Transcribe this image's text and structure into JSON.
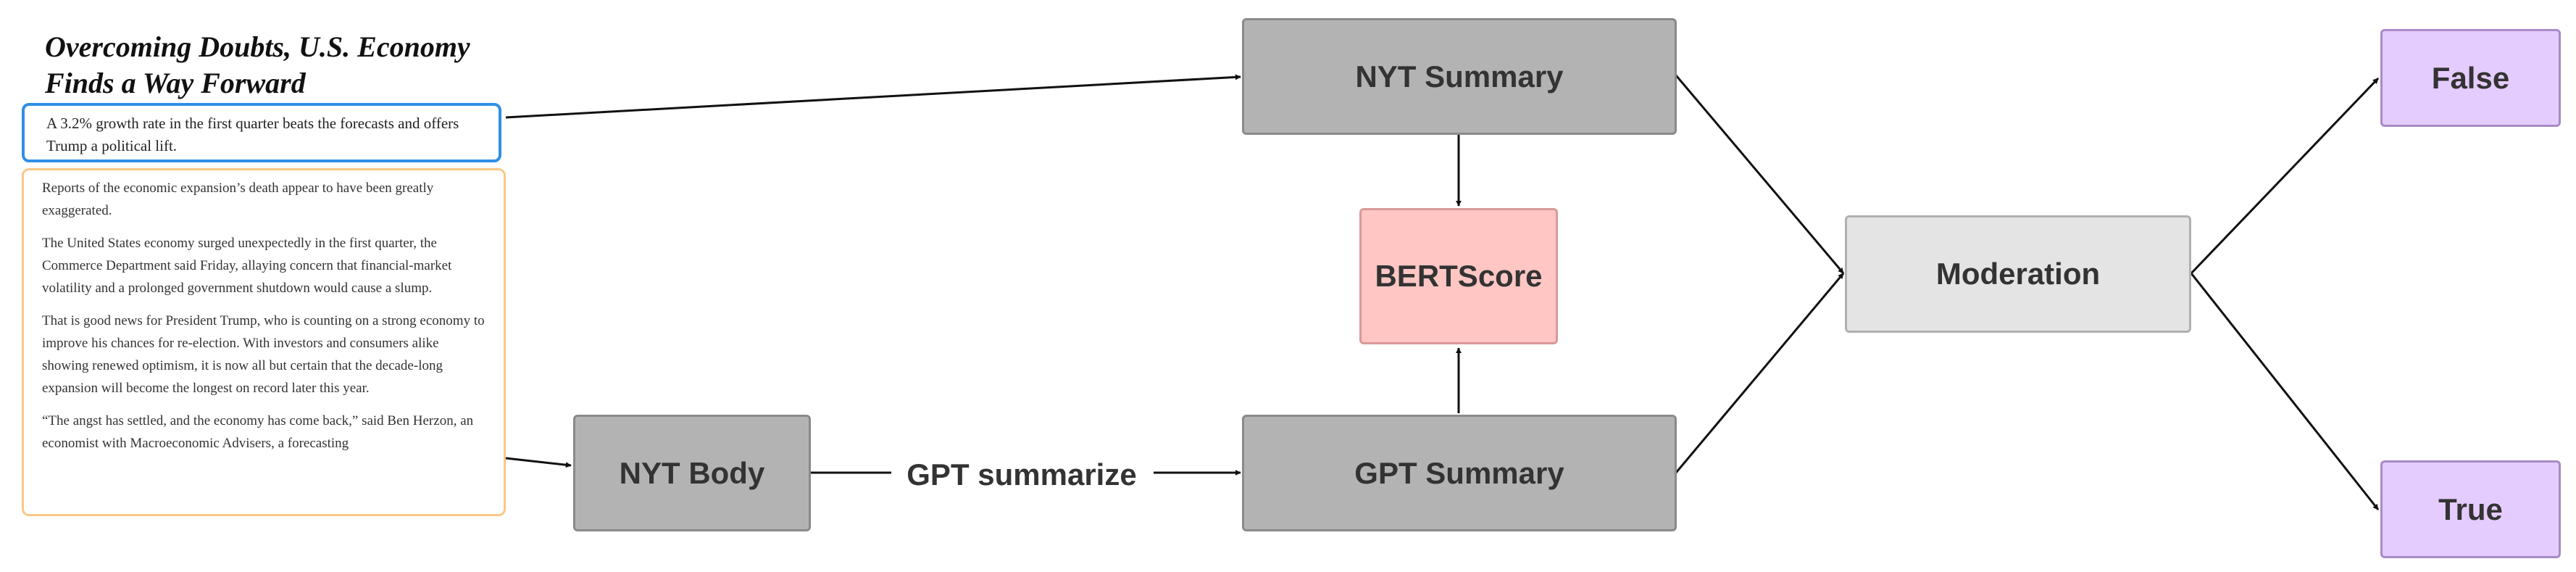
{
  "article": {
    "headline_lines": [
      "Overcoming Doubts, U.S. Economy",
      "Finds a Way Forward"
    ],
    "summary": "A 3.2% growth rate in the first quarter beats the forecasts and offers Trump a political lift.",
    "body_paragraphs": [
      "Reports of the economic expansion’s death appear to have been greatly exaggerated.",
      "The United States economy surged unexpectedly in the first quarter, the Commerce Department said Friday, allaying concern that financial-market volatility and a prolonged government shutdown would cause a slump.",
      "That is good news for President Trump, who is counting on a strong economy to improve his chances for re-election. With investors and consumers alike showing renewed optimism, it is now all but certain that the decade-long expansion will become the longest on record later this year.",
      "“The angst has settled, and the economy has come back,” said Ben Herzon, an economist with Macroeconomic Advisers, a forecasting"
    ]
  },
  "nodes": {
    "nyt_summary": "NYT Summary",
    "bertscore": "BERTScore",
    "gpt_summary": "GPT Summary",
    "nyt_body": "NYT Body",
    "moderation": "Moderation",
    "false": "False",
    "true": "True"
  },
  "edge_labels": {
    "gpt_summarize": "GPT summarize"
  },
  "colors": {
    "summary_border": "#2f8fe6",
    "body_border": "#f8c887",
    "gray_node": "#b3b3b3",
    "bertscore_node": "#ffc6c4",
    "moderation_node": "#e4e4e4",
    "output_node": "#e5ccff"
  }
}
